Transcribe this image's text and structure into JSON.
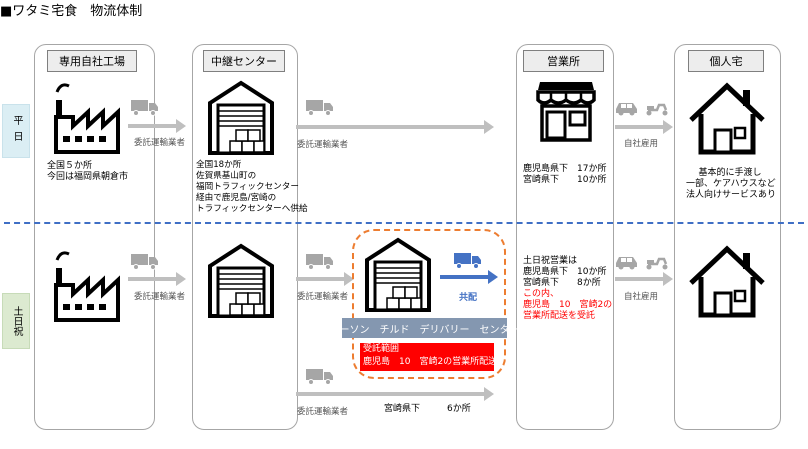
{
  "title": "■ワタミ宅食　物流体制",
  "columns": {
    "factory": "専用自社工場",
    "relay": "中継センター",
    "office": "営業所",
    "home": "個人宅"
  },
  "rows": {
    "weekday": "平日",
    "weekend": "土日祝"
  },
  "labels": {
    "consign": "委託運輸業者",
    "own_hire": "自社雇用",
    "kyohai": "共配"
  },
  "weekday": {
    "factory_text": [
      "全国５か所",
      "今回は福岡県朝倉市"
    ],
    "relay_text": [
      "全国18か所",
      "佐賀県基山町の",
      "福岡トラフィックセンター",
      "経由で鹿児島/宮崎の",
      "トラフィックセンターへ供給"
    ],
    "office_text": [
      "鹿児島県下　17か所",
      "宮崎県下　　10か所"
    ],
    "home_text": [
      "基本的に手渡し",
      "一部、ケアハウスなど",
      "法人向けサービスあり"
    ]
  },
  "weekend": {
    "office_text": [
      "土日祝営業は",
      "鹿児島県下　10か所",
      "宮崎県下　　8か所"
    ],
    "office_red": [
      "この内、",
      "鹿児島　10　宮崎2の",
      "営業所配送を受託"
    ],
    "lawson": "ローソン　チルド　デリバリー　センター",
    "range": [
      "受託範囲",
      "鹿児島　10　宮崎2の営業所配送"
    ],
    "miyazaki": "宮崎県下　　　6か所"
  }
}
